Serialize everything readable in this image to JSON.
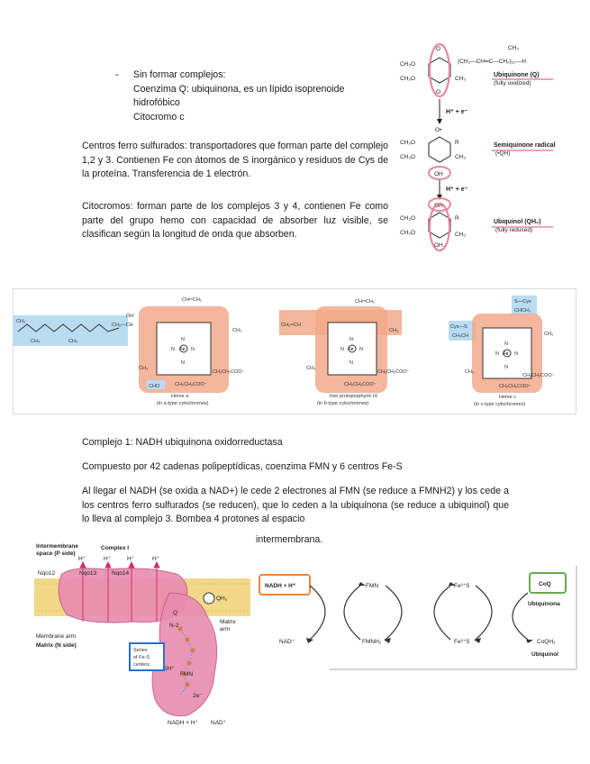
{
  "intro_list": {
    "bullet": "-",
    "item_title": "Sin formar complejos:",
    "lines": [
      "Coenzima Q: ubiquinona, es un lípido isoprenoide",
      "hidrofóbico",
      "Citocromo c"
    ]
  },
  "paragraphs": {
    "fe_s": "Centros ferro sulfurados: transportadores que forman parte del complejo 1,2 y 3. Contienen Fe con átomos de S inorgánico y residuos de Cys de la proteína. Transferencia de 1 electrón.",
    "cytochromes": "Citocromos: forman parte de los complejos 3 y 4, contienen Fe como parte del grupo hemo con capacidad de absorber luz visible, se clasifican según la longitud de onda que absorben."
  },
  "quinone_figure": {
    "ch3": "CH₃",
    "ch3o": "CH₃O",
    "o": "O",
    "oh": "OH",
    "r": "R",
    "o_radical": "O•",
    "tail": "(CH₂—CH═C—CH₂)₁₀—H",
    "step_label": "H⁺ + e⁻",
    "ubiquinone_name": "Ubiquinone (Q)",
    "ubiquinone_state": "(fully oxidized)",
    "semiquinone_name": "Semiquinone radical",
    "semiquinone_symbol": "(•QH)",
    "ubiquinol_name": "Ubiquinol (QH₂)",
    "ubiquinol_state": "(fully reduced)"
  },
  "heme_figure": {
    "ch3": "CH₃",
    "oh": "OH",
    "cho": "CHO",
    "n": "N",
    "fe": "Fe",
    "vinyl": "CH═CH₂",
    "vinyl_left": "CH₂═CH",
    "propionate": "CH₂CH₂COO⁻",
    "tail_link": "CH₂—CH",
    "cys_s": "Cys—S",
    "s_cys": "S—Cys",
    "ch_ch3": "CH₃CH",
    "chch3": "CHCH₃",
    "heme_a_name": "Heme a",
    "heme_a_note": "(in a-type cytochromes)",
    "proto_name": "Iron protoporphyrin IX",
    "proto_note": "(in b-type cytochromes)",
    "heme_c_name": "Heme c",
    "heme_c_note": "(in c-type cytochromes)"
  },
  "complex1": {
    "heading": "Complejo 1: NADH ubiquinona oxidorreductasa",
    "composition": "Compuesto por 42 cadenas polipeptídicas, coenzima FMN y 6 centros Fe-S",
    "description": "Al llegar el NADH (se oxida a NAD+) le cede 2 electrones al FMN (se reduce a FMNH2) y los cede a los centros ferro sulfurados (se reducen), que lo ceden a la ubiquinona (se reduce a ubiquinol) que lo lleva al complejo 3. Bombea 4 protones al espacio",
    "description_end": "intermembrana."
  },
  "complex1_figure": {
    "ims_label": "Intermembrane",
    "ims_label2": "space (P side)",
    "title": "Complex I",
    "h_plus": "H⁺",
    "subunits": [
      "Nqo12",
      "Nqo13",
      "Nqo14"
    ],
    "membrane_arm": "Membrane arm",
    "matrix_label": "Matrix (N side)",
    "matrix_arm": "Matrix",
    "matrix_arm2": "arm",
    "q_label": "Q",
    "qh2_label": "QH₂",
    "n2_label": "N-2",
    "two_h": "2H⁺",
    "fmn_label": "FMN",
    "fes_box_1": "Series",
    "fes_box_2": "of Fe-S",
    "fes_box_3": "centers",
    "two_e": "2e⁻",
    "nadh_in": "NADH + H⁺",
    "nad_out": "NAD⁺"
  },
  "scheme": {
    "nadh_box": "NADH + H⁺",
    "nad_plus": "NAD⁺",
    "fmn": "FMN",
    "fmnh2": "FMNH₂",
    "fe2s": "Fe²⁺S",
    "fe3s": "Fe³⁺S",
    "coq_box": "CoQ",
    "ubiquinona": "Ubiquinona",
    "coqh2": "CoQH₂",
    "ubiquinol": "Ubiquinol",
    "colors": {
      "nadh": "#e8873a",
      "coq": "#6aa84f",
      "arrow": "#333333"
    }
  },
  "colors": {
    "highlight_pink": "#e58aa0",
    "porphyrin_fill": "#f2a98b",
    "chain_fill": "#b9dcf2",
    "membrane": "#f2d98a",
    "protein": "#e88bb0"
  }
}
